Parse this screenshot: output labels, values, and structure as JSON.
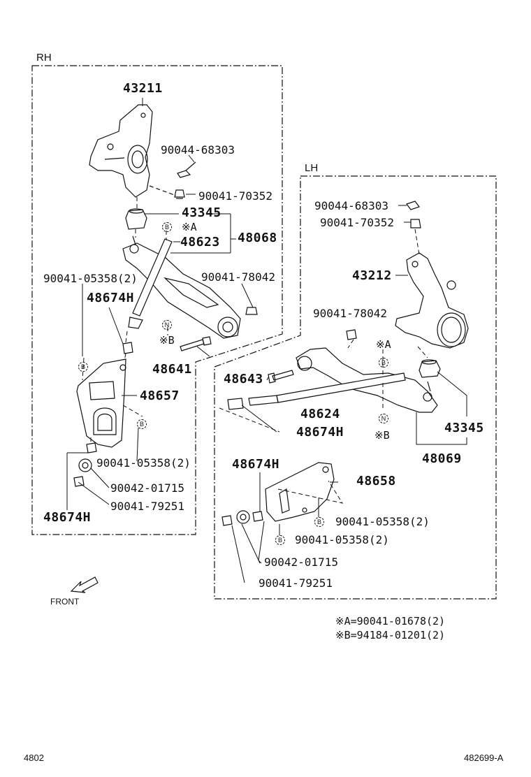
{
  "sections": {
    "rh": "RH",
    "lh": "LH"
  },
  "rh_labels": {
    "knuckle": "43211",
    "cotter_pin": "90044-68303",
    "nut_top": "90041-70352",
    "ball_joint_boot": "43345",
    "bolt_a": "※A",
    "ball_joint": "48623",
    "arm_assy": "48068",
    "bolt_05358": "90041-05358(2)",
    "nut_78042": "90041-78042",
    "bushing": "48674H",
    "bolt_b": "※B",
    "bolt_48641": "48641",
    "bracket": "48657",
    "bolt_05358_b": "90041-05358(2)",
    "washer": "90042-01715",
    "nut_79251": "90041-79251",
    "bushing_bottom": "48674H"
  },
  "lh_labels": {
    "cotter_pin": "90044-68303",
    "nut_top": "90041-70352",
    "knuckle": "43212",
    "nut_78042": "90041-78042",
    "bolt_a": "※A",
    "bolt_48643": "48643",
    "strut_bar": "48624",
    "bolt_b": "※B",
    "bushing_arrow": "48674H",
    "ball_joint_boot": "43345",
    "arm_assy": "48069",
    "bushing": "48674H",
    "bracket": "48658",
    "bolt_05358": "90041-05358(2)",
    "bolt_05358_b": "90041-05358(2)",
    "washer": "90042-01715",
    "nut_79251": "90041-79251"
  },
  "markers": {
    "b": "B",
    "n": "N"
  },
  "front_label": "FRONT",
  "notes": {
    "a": "※A=90041-01678(2)",
    "b": "※B=94184-01201(2)"
  },
  "footer": {
    "left": "4802",
    "right": "482699-A"
  }
}
